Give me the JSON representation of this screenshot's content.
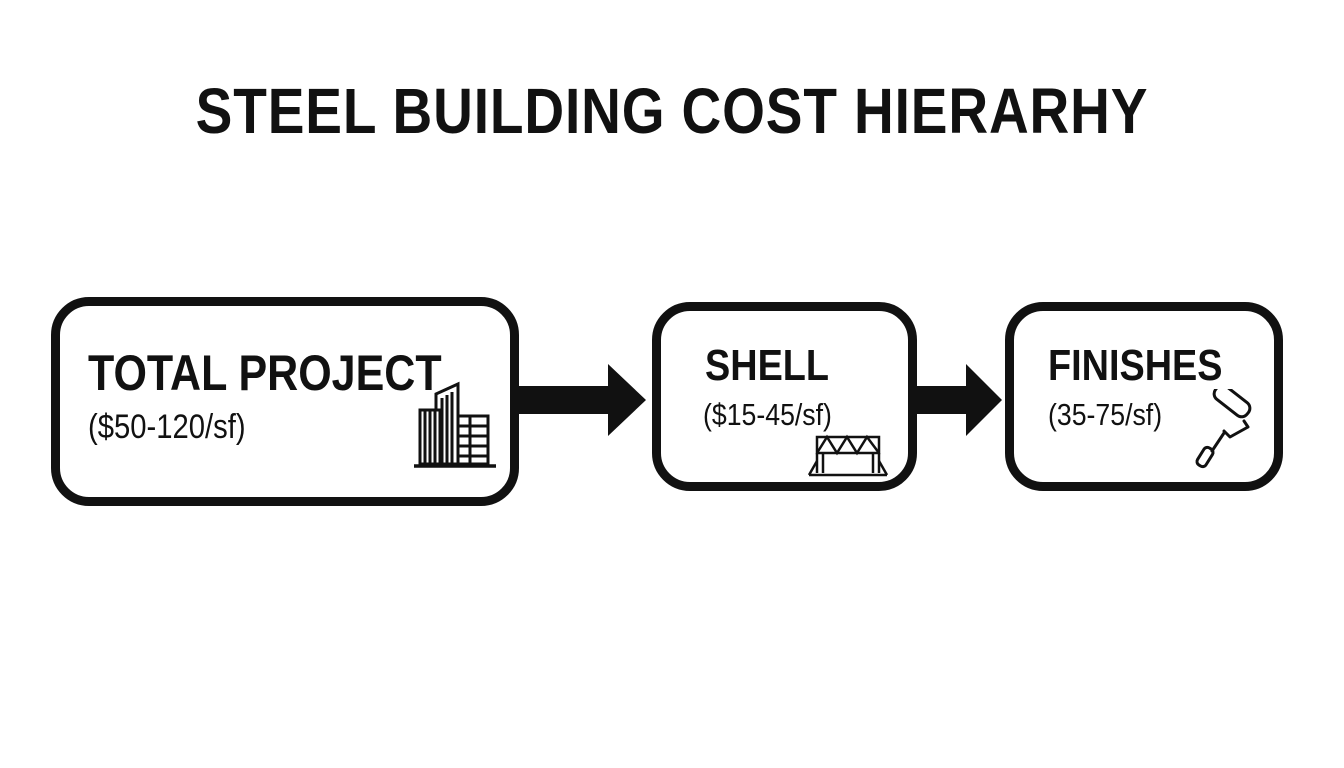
{
  "title": "STEEL BUILDING COST HIERARHY",
  "nodes": [
    {
      "id": "total",
      "label": "TOTAL PROJECT",
      "value": "($50-120/sf)",
      "icon": "building-icon"
    },
    {
      "id": "shell",
      "label": "SHELL",
      "value": "($15-45/sf)",
      "icon": "steel-truss-icon"
    },
    {
      "id": "finishes",
      "label": "FINISHES",
      "value": "(35-75/sf)",
      "icon": "paint-roller-icon"
    }
  ],
  "edges": [
    {
      "from": "total",
      "to": "shell"
    },
    {
      "from": "shell",
      "to": "finishes"
    }
  ],
  "colors": {
    "ink": "#111111",
    "background": "#ffffff"
  }
}
